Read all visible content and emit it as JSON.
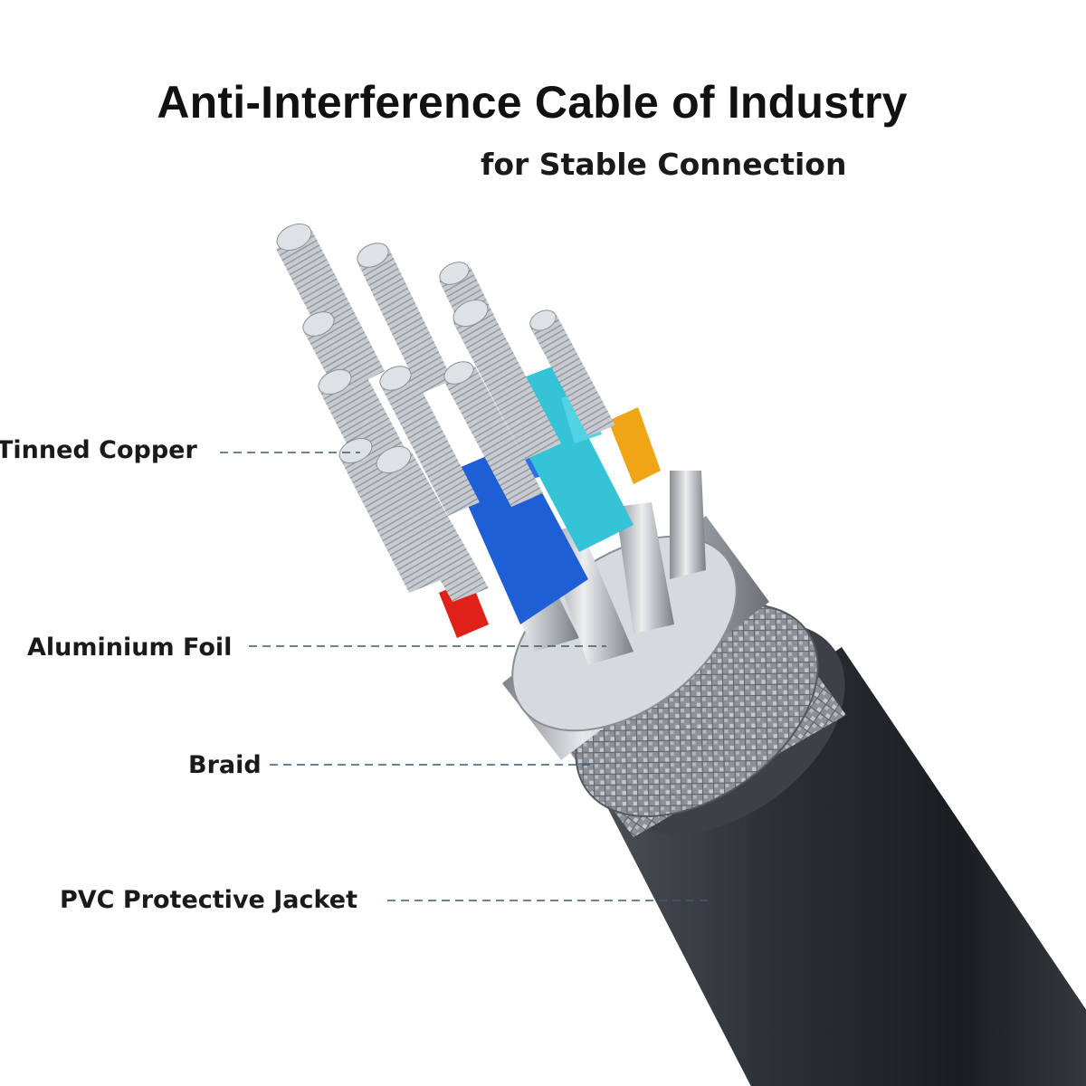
{
  "header": {
    "title": "Anti-Interference Cable of Industry",
    "subtitle": "for Stable Connection"
  },
  "callouts": [
    {
      "id": "tinned-copper",
      "label": "Tinned Copper"
    },
    {
      "id": "aluminium-foil",
      "label": "Aluminium Foil"
    },
    {
      "id": "braid",
      "label": "Braid"
    },
    {
      "id": "pvc-jacket",
      "label": "PVC Protective Jacket"
    }
  ],
  "colors": {
    "jacket": "#2b2e33",
    "braid": "#9a9da3",
    "foil": "#c9ccd0",
    "copper": "#bfc3c8",
    "blue_wire": "#1e5fd6",
    "cyan_wire": "#35c3d8",
    "orange_wire": "#f0a516",
    "red_wire": "#e0211a",
    "leader_line": "#3a5a72"
  }
}
